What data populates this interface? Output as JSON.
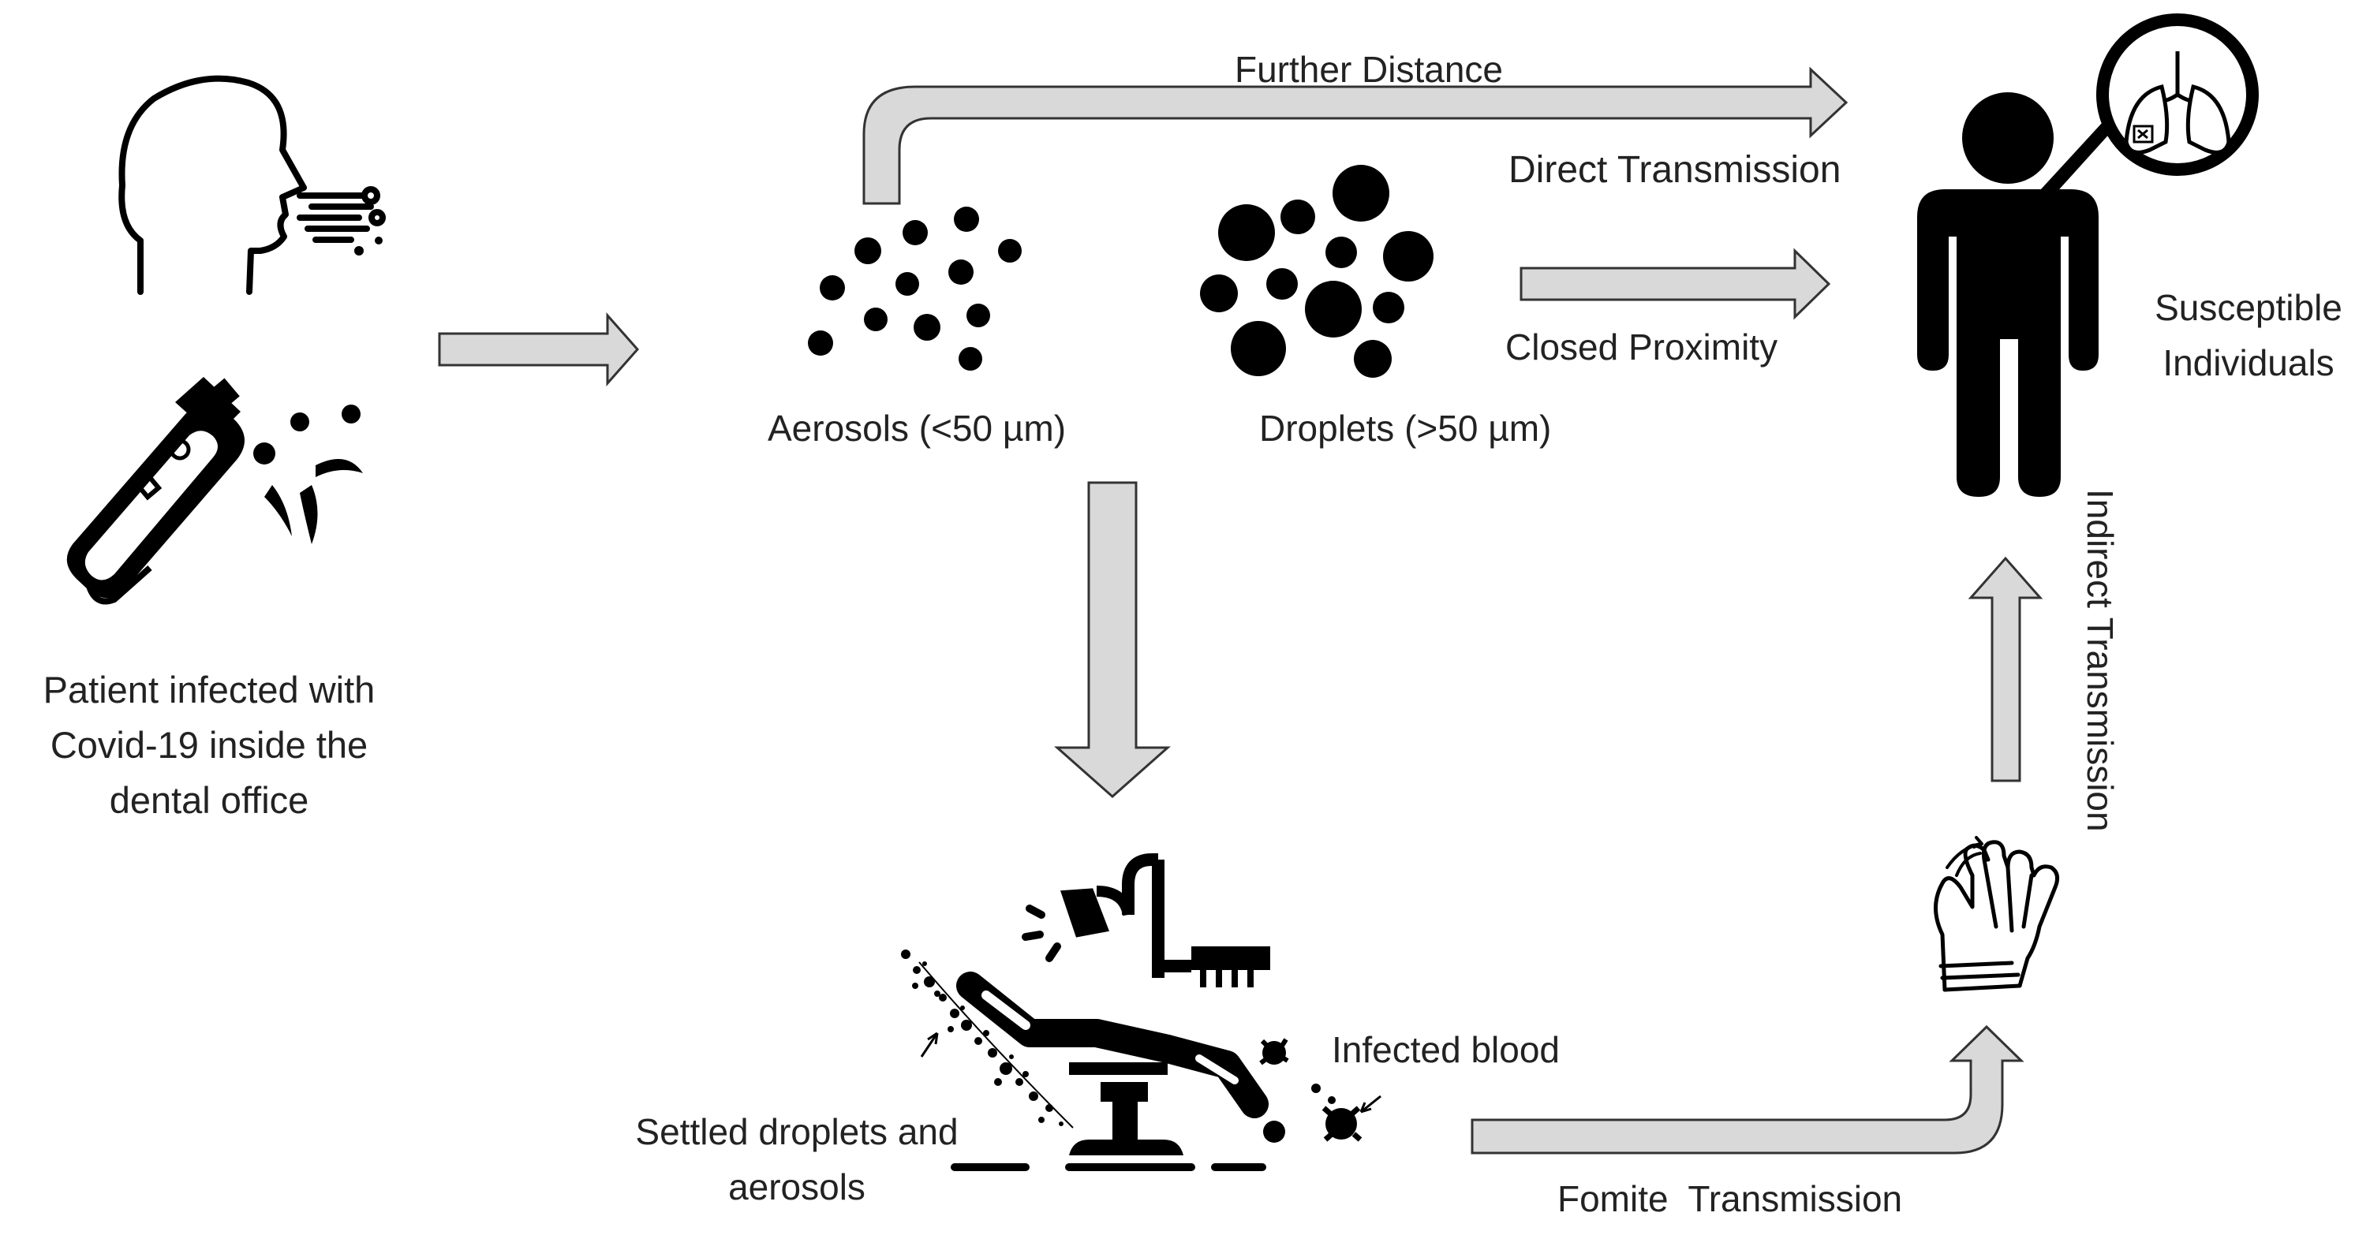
{
  "labels": {
    "patient": [
      "Patient infected with",
      "Covid-19 inside the",
      "dental office"
    ],
    "aerosols": "Aerosols (<50 µm)",
    "droplets": "Droplets (>50 µm)",
    "further_distance": "Further Distance",
    "direct_transmission": "Direct Transmission",
    "closed_proximity": "Closed Proximity",
    "susceptible": [
      "Susceptible",
      "Individuals"
    ],
    "indirect_transmission": "Indirect Transmission",
    "infected_blood": "Infected blood",
    "settled": [
      "Settled droplets and",
      "aerosols"
    ],
    "fomite": "Fomite  Transmission"
  },
  "colors": {
    "arrow_fill": "#d9d9d9",
    "arrow_stroke": "#333333",
    "icon": "#000000"
  },
  "icons": [
    "head-breathing-icon",
    "dental-drill-icon",
    "aerosol-particles-icon",
    "droplet-particles-icon",
    "dental-chair-icon",
    "person-icon",
    "lungs-icon",
    "glove-hand-icon"
  ]
}
